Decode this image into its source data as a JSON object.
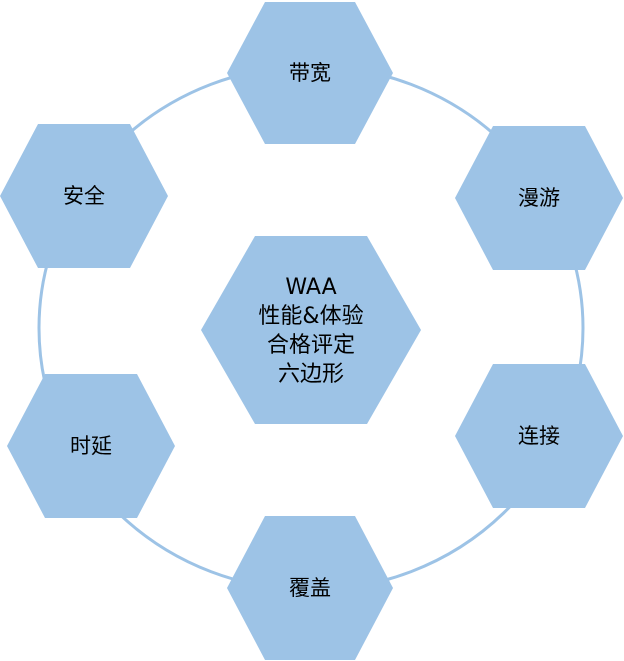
{
  "diagram": {
    "center": {
      "lines": [
        "WAA",
        "性能&体验",
        "合格评定",
        "六边形"
      ]
    },
    "nodes": [
      {
        "label": "带宽"
      },
      {
        "label": "漫游"
      },
      {
        "label": "连接"
      },
      {
        "label": "覆盖"
      },
      {
        "label": "时延"
      },
      {
        "label": "安全"
      }
    ],
    "colors": {
      "hex_fill": "#9dc3e6",
      "ring": "#9dc3e6",
      "text": "#000000"
    }
  }
}
